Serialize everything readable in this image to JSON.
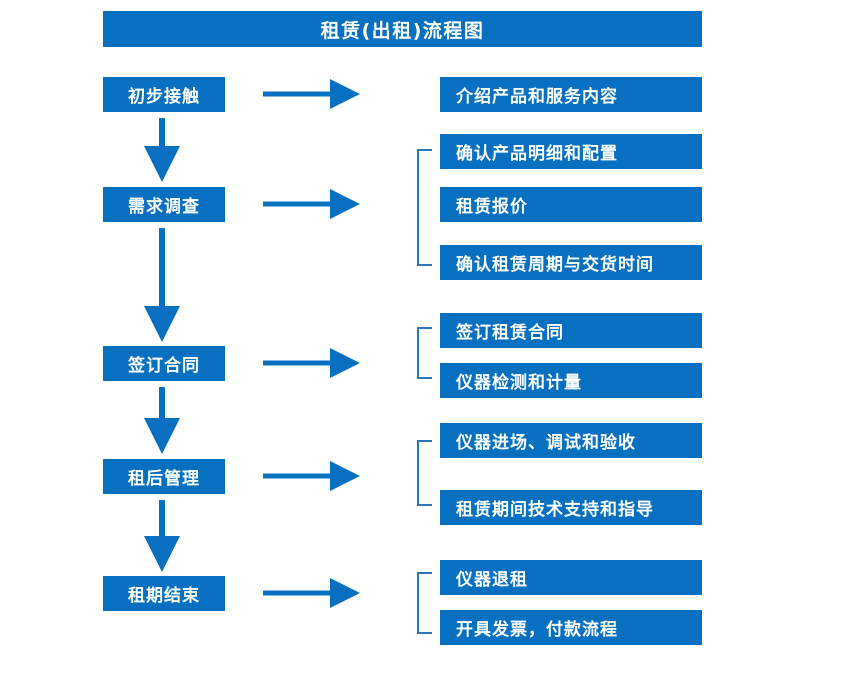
{
  "title": {
    "text": "租赁(出租)流程图"
  },
  "colors": {
    "primary_blue": "#0770c0",
    "bracket_blue": "#2a77b8",
    "text_on_blue": "#ffffff",
    "background": "#ffffff"
  },
  "stages": [
    {
      "id": "initial-contact",
      "label": "初步接触"
    },
    {
      "id": "demand-survey",
      "label": "需求调查"
    },
    {
      "id": "sign-contract",
      "label": "签订合同"
    },
    {
      "id": "post-rent-mgmt",
      "label": "租后管理"
    },
    {
      "id": "rental-end",
      "label": "租期结束"
    }
  ],
  "details": [
    {
      "id": "introduce-products",
      "label": "介绍产品和服务内容"
    },
    {
      "id": "confirm-product-spec",
      "label": "确认产品明细和配置"
    },
    {
      "id": "rental-quotation",
      "label": "租赁报价"
    },
    {
      "id": "confirm-period-delivery",
      "label": "确认租赁周期与交货时间"
    },
    {
      "id": "sign-rental-contract",
      "label": "签订租赁合同"
    },
    {
      "id": "instrument-inspection",
      "label": "仪器检测和计量"
    },
    {
      "id": "instrument-onsite",
      "label": "仪器进场、调试和验收"
    },
    {
      "id": "tech-support",
      "label": "租赁期间技术支持和指导"
    },
    {
      "id": "instrument-return",
      "label": "仪器退租"
    },
    {
      "id": "invoice-payment",
      "label": "开具发票，付款流程"
    }
  ],
  "connectors": {
    "horizontal_arrows": 5,
    "vertical_arrows": 4,
    "brackets": 4
  }
}
